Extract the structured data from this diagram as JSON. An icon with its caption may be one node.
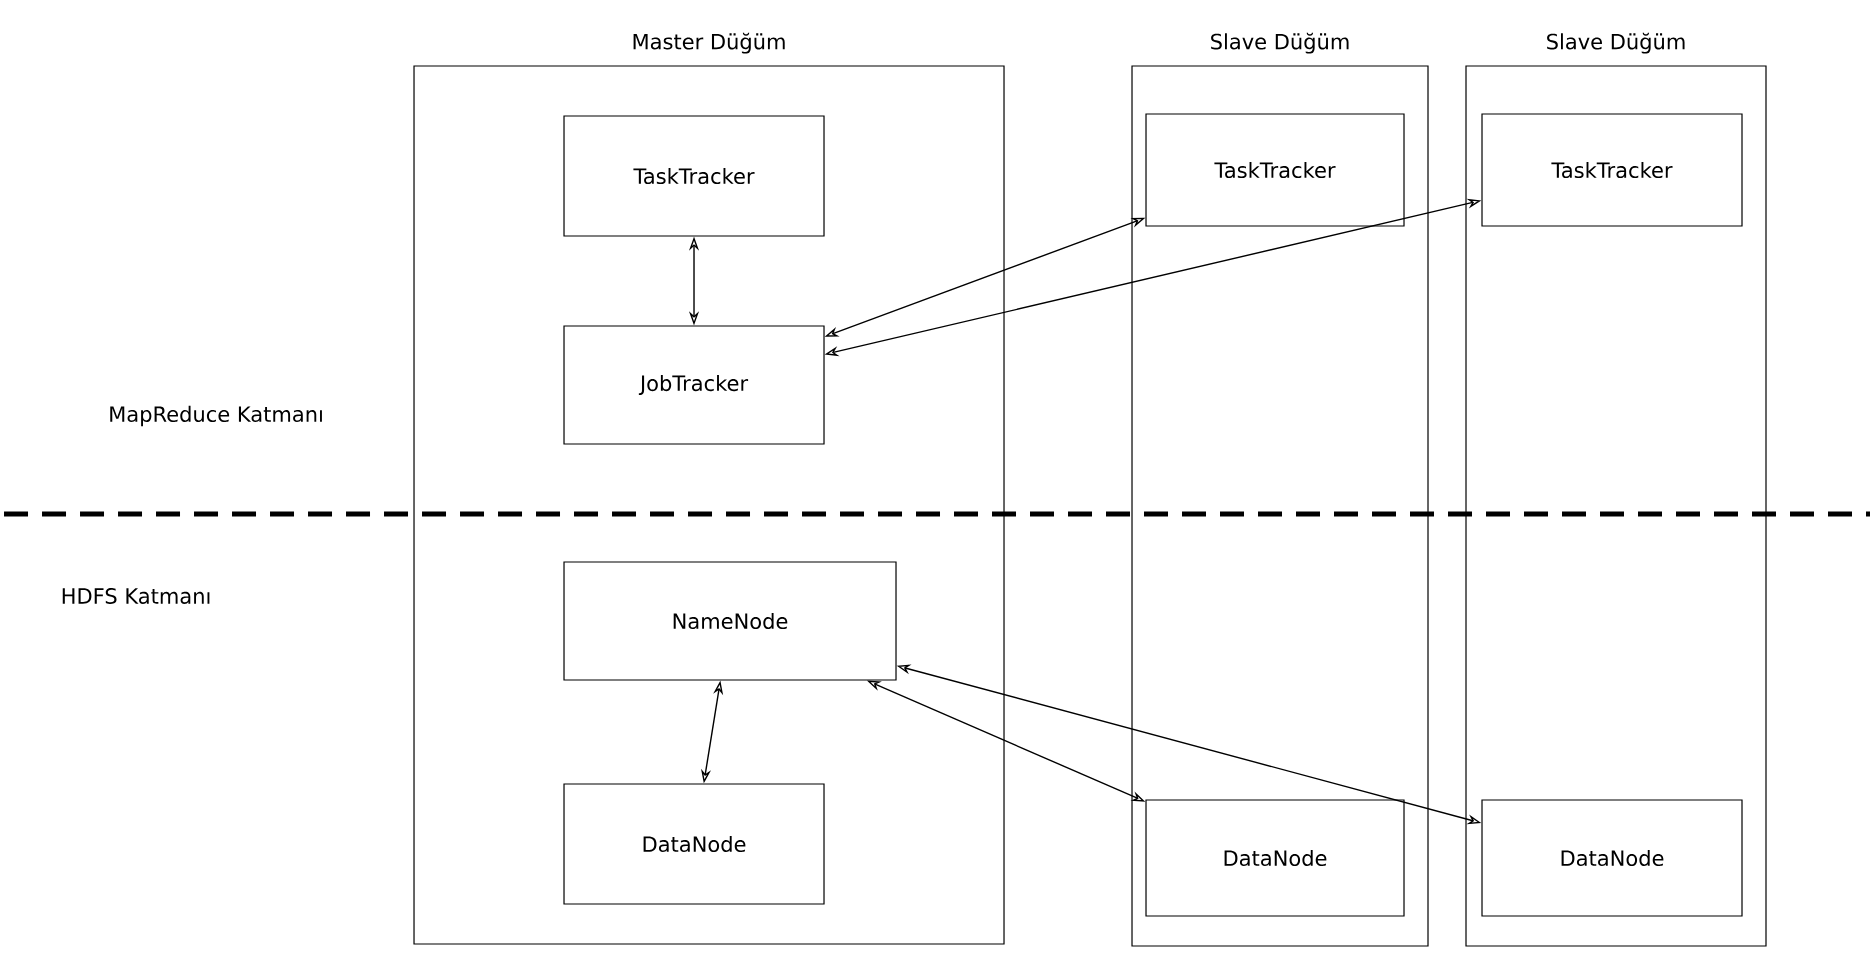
{
  "diagram": {
    "nodes": [
      {
        "text": [
          "Master Düğüm"
        ]
      },
      {
        "text": [
          "TaskTracker"
        ],
        "in": 0
      },
      {
        "text": [
          "JobTracker"
        ],
        "in": 0
      },
      {
        "text": [
          "NameNode"
        ],
        "in": 0
      },
      {
        "text": [
          "DataNode"
        ],
        "in": 0
      },
      {
        "text": [
          "Slave Düğüm"
        ]
      },
      {
        "text": [
          "TaskTracker"
        ],
        "in": 5
      },
      {
        "text": [
          "DataNode"
        ],
        "in": 5
      },
      {
        "text": [
          "Slave Düğüm"
        ]
      },
      {
        "text": [
          "TaskTracker"
        ],
        "in": 8
      },
      {
        "text": [
          "DataNode"
        ],
        "in": 8
      }
    ],
    "edges": [
      {
        "from": 1,
        "to": 2,
        "arrow": "both"
      },
      {
        "from": 2,
        "to": 6,
        "arrow": "both"
      },
      {
        "from": 2,
        "to": 9,
        "arrow": "both"
      },
      {
        "from": 3,
        "to": 4,
        "arrow": "both"
      },
      {
        "from": 3,
        "to": 7,
        "arrow": "both"
      },
      {
        "from": 3,
        "to": 10,
        "arrow": "both"
      }
    ],
    "labels": [
      "MapReduce Katmanı",
      "HDFS Katmanı"
    ]
  }
}
